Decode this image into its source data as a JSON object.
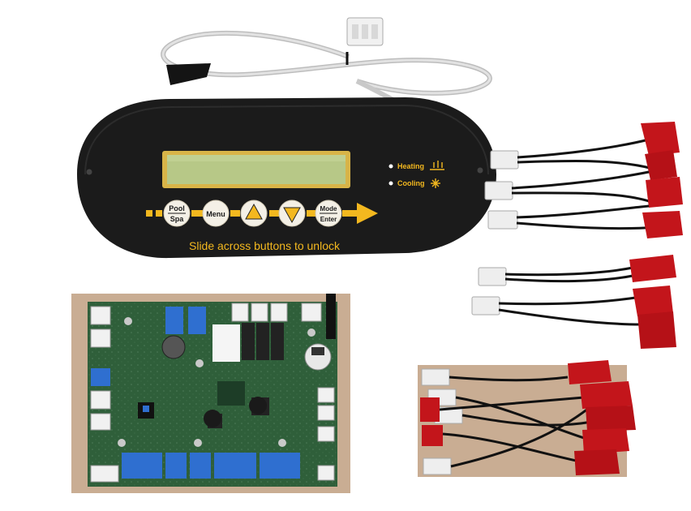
{
  "panel": {
    "heating_label": "Heating",
    "cooling_label": "Cooling",
    "slide_text": "Slide across buttons to unlock",
    "buttons": {
      "pool": "Pool",
      "spa": "Spa",
      "menu": "Menu",
      "mode": "Mode",
      "enter": "Enter"
    }
  },
  "colors": {
    "panel": "#1b1b1b",
    "lcd": "#b7c887",
    "accent": "#f3b81f",
    "pcb": "#2f5f3a",
    "terminal": "#2f6fd0",
    "connector_red": "#c3151b",
    "cable": "#cfcfcf",
    "board_backing": "#bfa88e"
  },
  "icons": [
    "heating-icon",
    "cooling-icon",
    "arrow-up-icon",
    "arrow-down-icon",
    "arrow-right-icon"
  ]
}
